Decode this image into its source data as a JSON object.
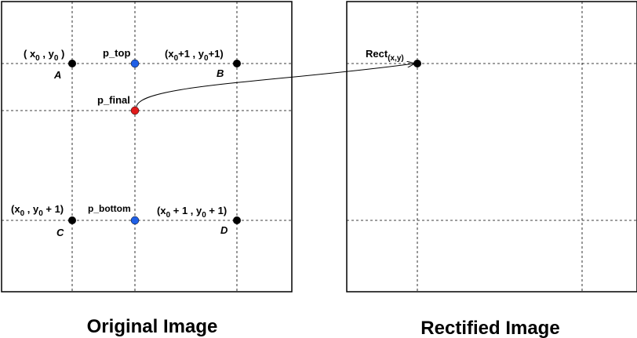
{
  "colors": {
    "corner_point": "#000000",
    "interpolated_point": "#1f5fe6",
    "final_point": "#e01b1b",
    "grid_line": "#000000"
  },
  "original": {
    "caption": "Original Image",
    "points": {
      "A": {
        "letter": "A",
        "coord": [
          "( x",
          "0",
          " , y",
          "0",
          " )"
        ]
      },
      "B": {
        "letter": "B",
        "coord": [
          "(x",
          "0",
          "+1  , y",
          "0",
          "+1)"
        ]
      },
      "C": {
        "letter": "C",
        "coord": [
          "(x",
          "0",
          " , y",
          "0",
          " + 1)"
        ]
      },
      "D": {
        "letter": "D",
        "coord": [
          "(x",
          "0",
          " + 1 , y",
          "0",
          " + 1)"
        ]
      },
      "p_top": {
        "label": "p_top"
      },
      "p_bottom": {
        "label": "p_bottom"
      },
      "p_final": {
        "label": "p_final"
      }
    }
  },
  "rectified": {
    "caption": "Rectified Image",
    "target": {
      "label": "Rect",
      "sub": "(x,y)"
    }
  }
}
